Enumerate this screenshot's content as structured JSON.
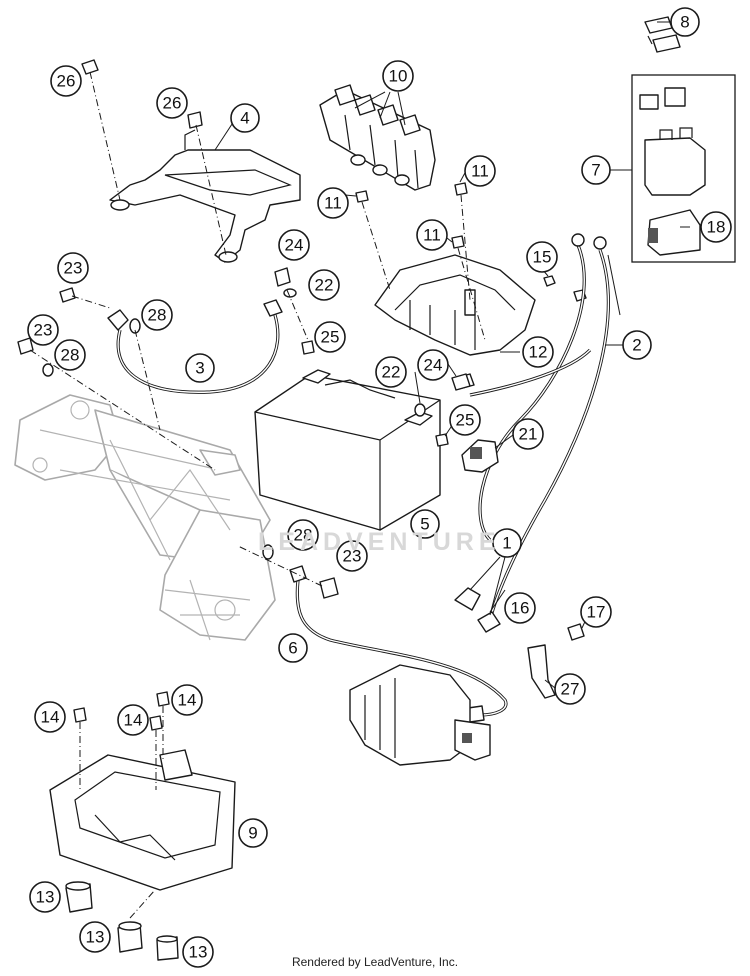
{
  "footer": {
    "credit": "Rendered by LeadVenture, Inc."
  },
  "watermark": {
    "text": "LEADVENTURE"
  },
  "callouts": [
    {
      "id": "c8",
      "label": "8"
    },
    {
      "id": "c10",
      "label": "10"
    },
    {
      "id": "c26a",
      "label": "26"
    },
    {
      "id": "c26b",
      "label": "26"
    },
    {
      "id": "c4",
      "label": "4"
    },
    {
      "id": "c7",
      "label": "7"
    },
    {
      "id": "c11a",
      "label": "11"
    },
    {
      "id": "c11b",
      "label": "11"
    },
    {
      "id": "c11c",
      "label": "11"
    },
    {
      "id": "c18",
      "label": "18"
    },
    {
      "id": "c24a",
      "label": "24"
    },
    {
      "id": "c15",
      "label": "15"
    },
    {
      "id": "c23a",
      "label": "23"
    },
    {
      "id": "c22a",
      "label": "22"
    },
    {
      "id": "c28a",
      "label": "28"
    },
    {
      "id": "c23b",
      "label": "23"
    },
    {
      "id": "c25a",
      "label": "25"
    },
    {
      "id": "c2",
      "label": "2"
    },
    {
      "id": "c12",
      "label": "12"
    },
    {
      "id": "c28b",
      "label": "28"
    },
    {
      "id": "c3",
      "label": "3"
    },
    {
      "id": "c24b",
      "label": "24"
    },
    {
      "id": "c22b",
      "label": "22"
    },
    {
      "id": "c25b",
      "label": "25"
    },
    {
      "id": "c21",
      "label": "21"
    },
    {
      "id": "c5",
      "label": "5"
    },
    {
      "id": "c28c",
      "label": "28"
    },
    {
      "id": "c1",
      "label": "1"
    },
    {
      "id": "c23c",
      "label": "23"
    },
    {
      "id": "c16",
      "label": "16"
    },
    {
      "id": "c17",
      "label": "17"
    },
    {
      "id": "c6",
      "label": "6"
    },
    {
      "id": "c27",
      "label": "27"
    },
    {
      "id": "c14a",
      "label": "14"
    },
    {
      "id": "c14b",
      "label": "14"
    },
    {
      "id": "c14c",
      "label": "14"
    },
    {
      "id": "c9",
      "label": "9"
    },
    {
      "id": "c13a",
      "label": "13"
    },
    {
      "id": "c13b",
      "label": "13"
    },
    {
      "id": "c13c",
      "label": "13"
    }
  ]
}
